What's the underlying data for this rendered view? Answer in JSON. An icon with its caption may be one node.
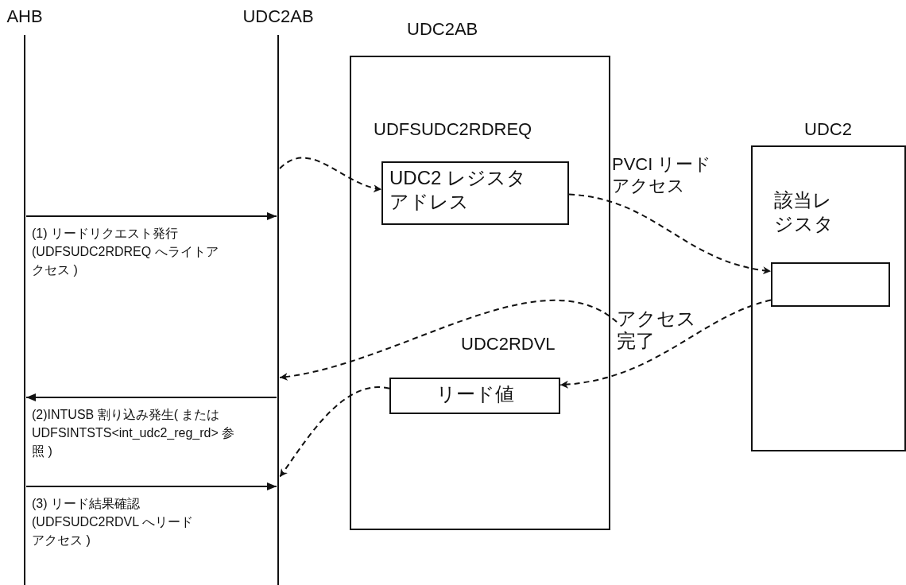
{
  "diagram": {
    "nodes": [
      {
        "text": [
          "AHB"
        ]
      },
      {
        "text": [
          "UDC2AB"
        ]
      },
      {
        "text": [
          "UDC2AB"
        ]
      },
      {
        "text": [
          "UDFSUDC2RDREQ",
          "UDC2 レジスタアドレス"
        ],
        "in": 2
      },
      {
        "text": [
          "UDC2RDVL",
          "リード値"
        ],
        "in": 2
      },
      {
        "text": [
          "UDC2"
        ]
      },
      {
        "text": [
          "該当レジスタ"
        ],
        "in": 5
      },
      {
        "text": [
          "アクセス完了"
        ]
      }
    ],
    "edges": [
      {
        "from": 0,
        "to": 1,
        "arrow": "to",
        "label": "(1) リードリクエスト発行(UDFSUDC2RDREQ へライトアクセス )"
      },
      {
        "from": 1,
        "to": 3,
        "arrow": "to",
        "style": "dashed"
      },
      {
        "from": 3,
        "to": 6,
        "arrow": "to",
        "style": "dashed",
        "label": "PVCI リードアクセス"
      },
      {
        "from": 6,
        "to": 4,
        "arrow": "to",
        "style": "dashed"
      },
      {
        "from": 7,
        "to": 1,
        "arrow": "to",
        "style": "dashed"
      },
      {
        "from": 1,
        "to": 0,
        "arrow": "to",
        "label": "(2)INTUSB 割り込み発生( または UDFSINTSTS<int_udc2_reg_rd> 参照 )"
      },
      {
        "from": 4,
        "to": 1,
        "arrow": "to",
        "style": "dashed"
      },
      {
        "from": 0,
        "to": 1,
        "arrow": "to",
        "label": "(3) リード結果確認(UDFSUDC2RDVL へリードアクセス )"
      }
    ]
  }
}
